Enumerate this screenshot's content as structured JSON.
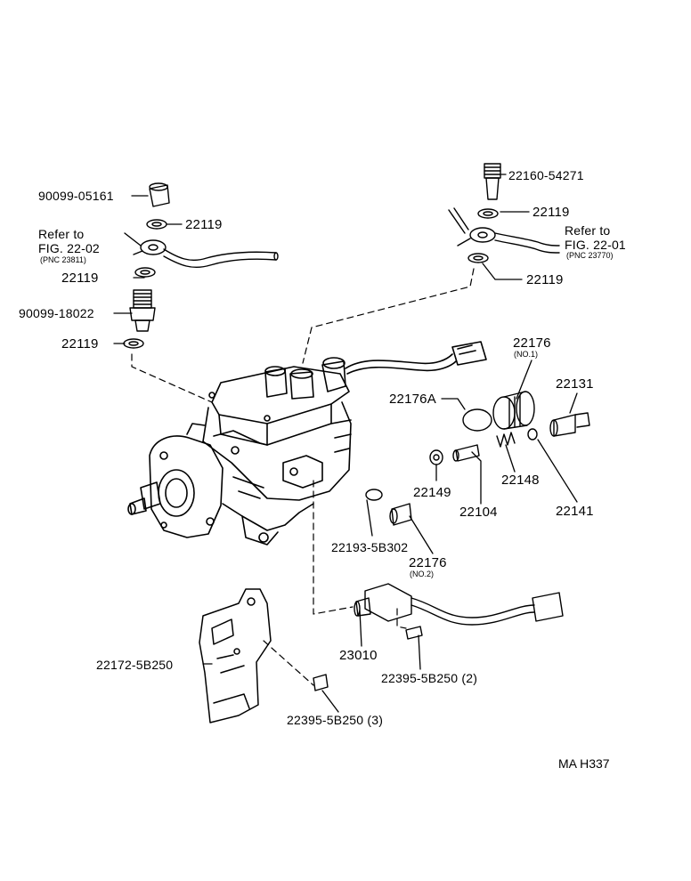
{
  "labels": {
    "p_90099_05161": "90099-05161",
    "p_22119_a": "22119",
    "refer_left_1": "Refer to",
    "refer_left_2": "FIG. 22-02",
    "refer_left_pnc": "(PNC 23811)",
    "p_22119_b": "22119",
    "p_90099_18022": "90099-18022",
    "p_22119_c": "22119",
    "p_22160_54271": "22160-54271",
    "p_22119_d": "22119",
    "refer_right_1": "Refer to",
    "refer_right_2": "FIG. 22-01",
    "refer_right_pnc": "(PNC 23770)",
    "p_22119_e": "22119",
    "p_22176_no1": "22176",
    "p_22176_no1_sub": "(NO.1)",
    "p_22176A": "22176A",
    "p_22131": "22131",
    "p_22149": "22149",
    "p_22104": "22104",
    "p_22148": "22148",
    "p_22141": "22141",
    "p_22193_5B302": "22193-5B302",
    "p_22176_no2": "22176",
    "p_22176_no2_sub": "(NO.2)",
    "p_23010": "23010",
    "p_22395_5B250_2": "22395-5B250 (2)",
    "p_22172_5B250": "22172-5B250",
    "p_22395_5B250_3": "22395-5B250 (3)"
  },
  "figure_code": "MA  H337"
}
